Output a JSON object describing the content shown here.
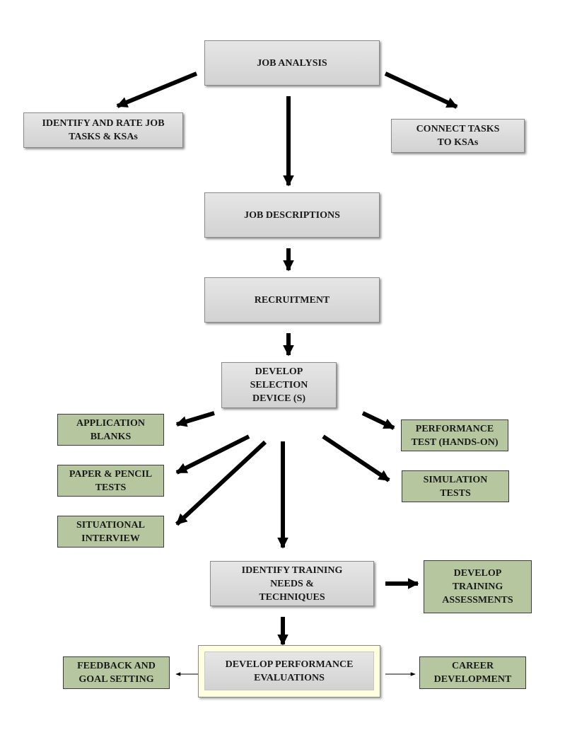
{
  "nodes": {
    "job_analysis": "JOB ANALYSIS",
    "identify_rate": "IDENTIFY AND RATE JOB\nTASKS & KSAs",
    "connect_tasks": "CONNECT TASKS\nTO KSAs",
    "job_descriptions": "JOB DESCRIPTIONS",
    "recruitment": "RECRUITMENT",
    "develop_selection": "DEVELOP\nSELECTION\nDEVICE (S)",
    "application_blanks": "APPLICATION\nBLANKS",
    "paper_pencil": "PAPER & PENCIL\nTESTS",
    "situational_interview": "SITUATIONAL\nINTERVIEW",
    "performance_test": "PERFORMANCE\nTEST (HANDS-ON)",
    "simulation_tests": "SIMULATION\nTESTS",
    "identify_training": "IDENTIFY TRAINING\nNEEDS &\nTECHNIQUES",
    "develop_training_assessments": "DEVELOP\nTRAINING\nASSESSMENTS",
    "develop_performance_evaluations": "DEVELOP PERFORMANCE\nEVALUATIONS",
    "feedback_goal_setting": "FEEDBACK AND\nGOAL SETTING",
    "career_development": "CAREER\nDEVELOPMENT"
  },
  "colors": {
    "gray_box": "#d9d9d9",
    "green_box": "#b6c7a0",
    "highlight_frame": "#ffffe0",
    "arrow": "#000000"
  }
}
